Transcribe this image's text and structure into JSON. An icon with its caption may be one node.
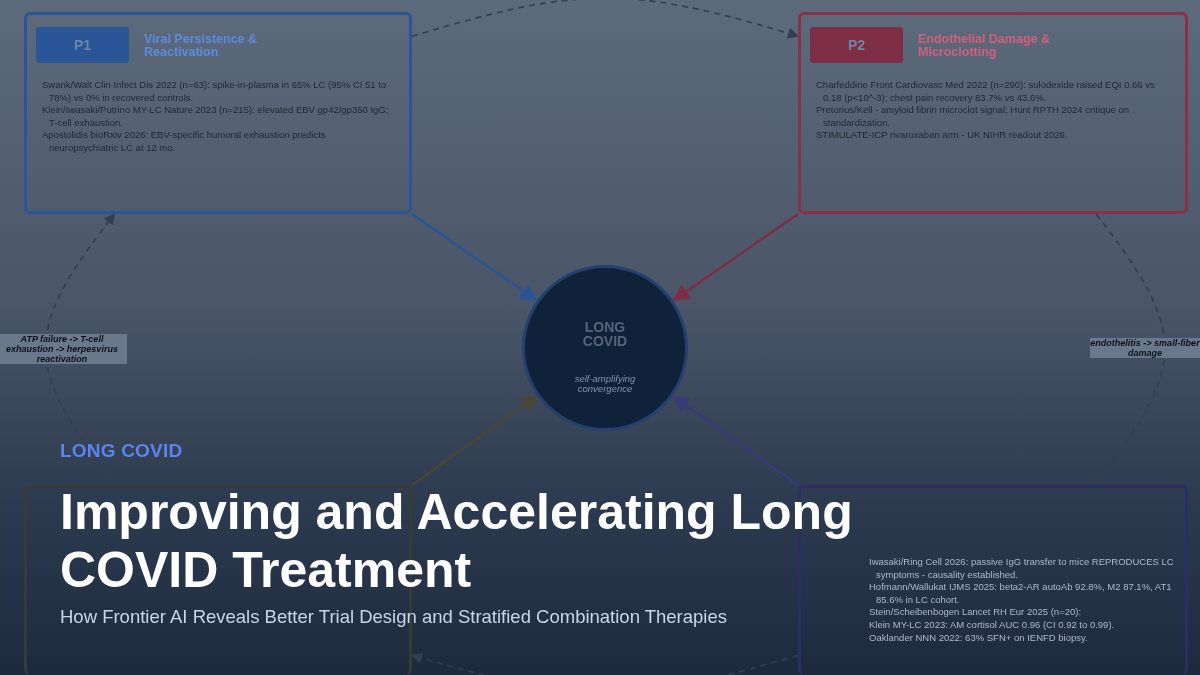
{
  "diagram": {
    "title": "Improving and Accelerating Long COVID Treatment",
    "caption": "How Frontier AI Reveals Better Trial Design and Stratified Combination Therapies",
    "nodes": [
      {
        "text": [
          "P1",
          "Viral Persistence & Reactivation",
          "Swank/Walt Clin Infect Dis 2022 (n=63): spike-in-plasma in 65% LC (95% CI 51 to 78%) vs 0% in recovered controls.",
          "Klein/Iwasaki/Putrino MY-LC Nature 2023 (n=215): elevated EBV gp42/gp350 IgG; T-cell exhaustion.",
          "Apostolidis bioRxiv 2026: EBV-specific humoral exhaustion predicts neuropsychiatric LC at 12 mo."
        ]
      },
      {
        "text": [
          "P2",
          "Endothelial Damage & Microclotting",
          "Charfeddine Front Cardiovasc Med 2022 (n=290): sulodexide raised EQI 0.66 vs 0.18 (p<10^-3); chest pain recovery 83.7% vs 43.6%.",
          "Pretorius/Kell - amyloid fibrin microclot signal; Hunt RPTH 2024 critique on standardization.",
          "STIMULATE-ICP rivaroxaban arm - UK NIHR readout 2026."
        ]
      },
      {
        "text": [
          "LONG COVID",
          "self-amplifying convergence"
        ]
      },
      {
        "text": [],
        "shape": "box"
      },
      {
        "text": [
          "Iwasaki/Ring Cell 2026: passive IgG transfer to mice REPRODUCES LC symptoms - causality established.",
          "Hofmann/Wallukat IJMS 2025: beta2-AR autoAb 92.8%, M2 87.1%, AT1 85.6% in LC cohort.",
          "Stein/Scheibenbogen Lancet RH Eur 2025 (n=20):",
          "Klein MY-LC 2023: AM cortisol AUC 0.96 (CI 0.92 to 0.99).",
          "Oaklander NNN 2022: 63% SFN+ on IENFD biopsy."
        ]
      }
    ],
    "edges": [
      {
        "from": 0,
        "to": 2,
        "arrow": "to",
        "color": "#2a5494"
      },
      {
        "from": 1,
        "to": 2,
        "arrow": "to",
        "color": "#7e2e44"
      },
      {
        "from": 3,
        "to": 2,
        "arrow": "to",
        "color": "#4a4636"
      },
      {
        "from": 4,
        "to": 2,
        "arrow": "to",
        "color": "#3a3a78"
      },
      {
        "from": 0,
        "to": 1,
        "arrow": "to",
        "style": "dashed"
      },
      {
        "from": 1,
        "to": 4,
        "arrow": "to",
        "style": "dashed",
        "label": "endothelitis -> small-fiber damage"
      },
      {
        "from": 4,
        "to": 3,
        "arrow": "to",
        "style": "dashed"
      },
      {
        "from": 3,
        "to": 0,
        "arrow": "to",
        "style": "dashed",
        "label": "ATP failure -> T-cell exhaustion -> herpesvirus reactivation"
      }
    ],
    "labels": [
      "LONG COVID"
    ]
  }
}
